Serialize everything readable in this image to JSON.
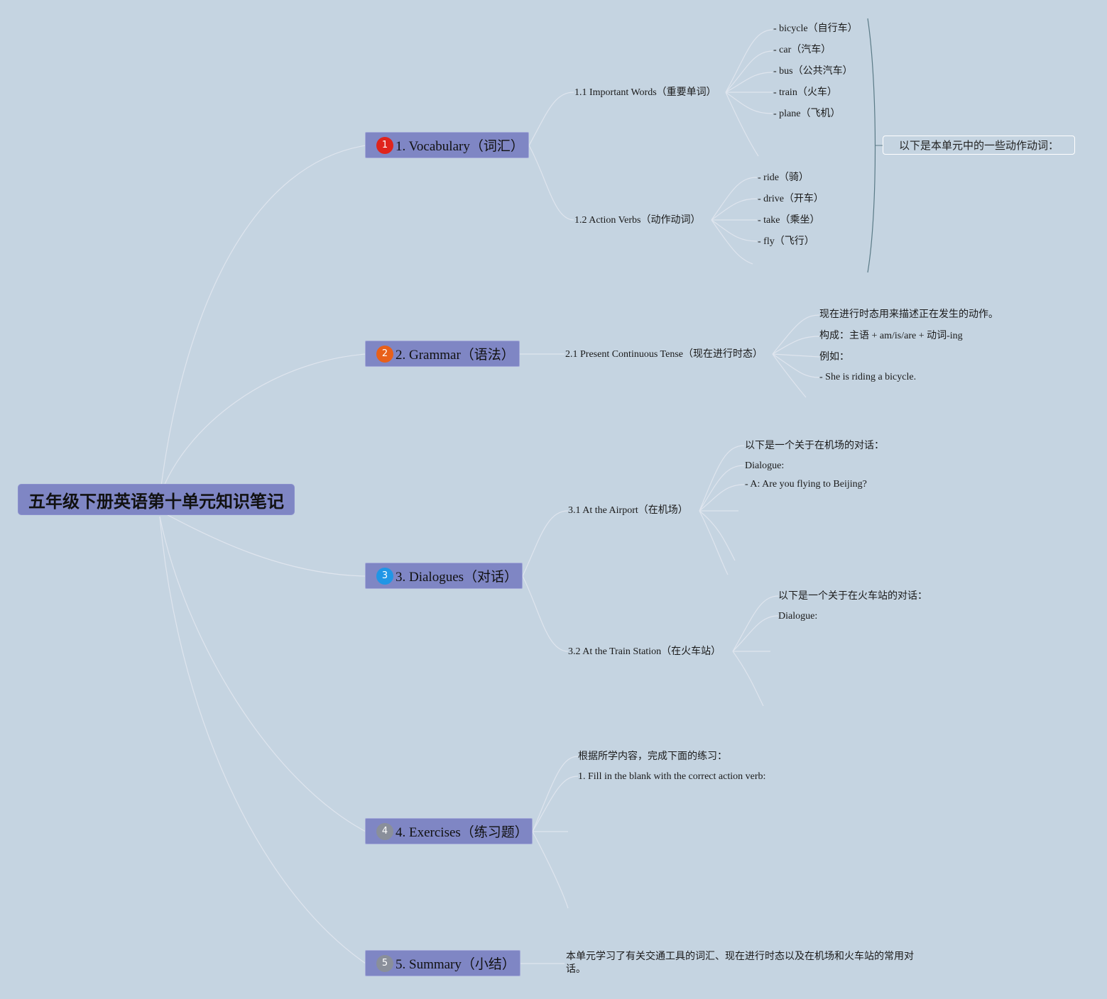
{
  "root": {
    "title": "五年级下册英语第十单元知识笔记"
  },
  "branches": [
    {
      "badge": "1",
      "badge_color": "#e0241c",
      "label": "1. Vocabulary（词汇）"
    },
    {
      "badge": "2",
      "badge_color": "#e8601a",
      "label": "2. Grammar（语法）"
    },
    {
      "badge": "3",
      "badge_color": "#2196e6",
      "label": "3. Dialogues（对话）"
    },
    {
      "badge": "4",
      "badge_color": "#8a8f9a",
      "label": "4. Exercises（练习题）"
    },
    {
      "badge": "5",
      "badge_color": "#8a8f9a",
      "label": "5. Summary（小结）"
    }
  ],
  "vocabulary": {
    "important_words": {
      "label": "1.1 Important Words（重要单词）",
      "items": [
        "- bicycle（自行车）",
        "- car（汽车）",
        "- bus（公共汽车）",
        "- train（火车）",
        "- plane（飞机）"
      ]
    },
    "action_verbs": {
      "label": "1.2 Action Verbs（动作动词）",
      "items": [
        "- ride（骑）",
        "- drive（开车）",
        "- take（乘坐）",
        "- fly（飞行）"
      ]
    },
    "callout": "以下是本单元中的一些动作动词："
  },
  "grammar": {
    "label": "2.1 Present Continuous Tense（现在进行时态）",
    "items": [
      "现在进行时态用来描述正在发生的动作。",
      "构成：主语 + am/is/are + 动词-ing",
      "例如：",
      "- She is riding a bicycle."
    ]
  },
  "dialogues": {
    "airport": {
      "label": "3.1 At the Airport（在机场）",
      "items": [
        "以下是一个关于在机场的对话：",
        "Dialogue:",
        "- A: Are you flying to Beijing?"
      ]
    },
    "train_station": {
      "label": "3.2 At the Train Station（在火车站）",
      "items": [
        "以下是一个关于在火车站的对话：",
        "Dialogue:"
      ]
    }
  },
  "exercises": {
    "items": [
      "根据所学内容，完成下面的练习：",
      "1. Fill in the blank with the correct action verb:"
    ]
  },
  "summary": {
    "text": "本单元学习了有关交通工具的词汇、现在进行时态以及在机场和火车站的常用对话。"
  },
  "colors": {
    "background": "#c5d4e1",
    "node_fill": "#7f86c4",
    "bracket": "#5a7a86"
  }
}
